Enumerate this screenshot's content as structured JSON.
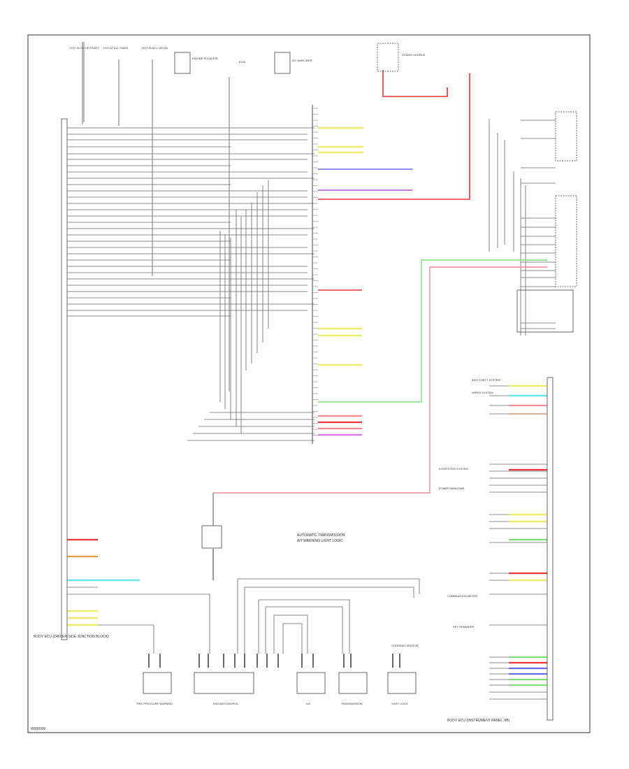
{
  "diagram": {
    "legend_lines": [
      "AUTOMATIC TRANSMISSION",
      "A/T WARNING LIGHT LOGIC"
    ],
    "side_labels": {
      "left_unit": "BODY ECU (DRIVER SIDE JUNCTION BLOCK)",
      "right_unit": "BODY ECU (INSTRUMENT PANEL J/B)"
    },
    "top_labels": [
      "HOT IN ON OR START",
      "HOT AT ALL TIMES",
      "HOT IN ACC OR ON",
      "ENGINE ROOM R/B",
      "ECM",
      "A/C AMPLIFIER",
      "POWER SOURCE"
    ],
    "right_labels": [
      "ANTI-THEFT SYSTEM",
      "WIPER SYSTEM",
      "DOOR LOCK SYSTEM",
      "POWER WINDOWS",
      "COMBINATION METER",
      "KEY REMINDER"
    ],
    "bottom_labels": [
      "TIRE PRESSURE WARNING",
      "ENGINE CONTROL",
      "A/C",
      "TRANSMISSION",
      "SHIFT LOCK",
      "STEERING SENSOR"
    ],
    "code": "W000000"
  }
}
